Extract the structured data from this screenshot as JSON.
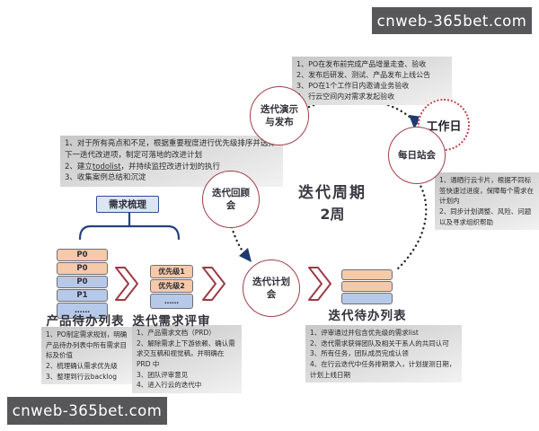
{
  "watermark": {
    "text": "cnweb-365bet.com"
  },
  "center": {
    "title": "迭代周期",
    "subtitle": "2周"
  },
  "circles": {
    "demo": {
      "line1": "迭代演示",
      "line2": "与发布"
    },
    "retro": {
      "line1": "迭代回顾",
      "line2": "会"
    },
    "planning": {
      "line1": "迭代计划",
      "line2": "会"
    },
    "standup": {
      "label": "每日站会"
    },
    "workday": {
      "label": "工作日"
    }
  },
  "requirements_box": {
    "label": "需求梳理"
  },
  "product_backlog": {
    "title": "产品待办列表",
    "rows": [
      "P0",
      "P0",
      "P0",
      "P1",
      "……"
    ]
  },
  "priority_stack": {
    "title": "迭代需求评审",
    "rows": [
      "优先级1",
      "优先级2",
      "……"
    ]
  },
  "sprint_backlog": {
    "title": "迭代待办列表",
    "rows": [
      "",
      "",
      ""
    ]
  },
  "notes": {
    "release": {
      "lines": [
        "1、PO在发布前完成产品增量走查、验收",
        "2、发布后研发、测试、产品发布上线公告",
        "3、PO在1个工作日内邀请业务验收",
        "4、行云空间内对需求发起验收"
      ]
    },
    "retro": {
      "line1": "1、对于所有亮点和不足，根据重要程度进行优先级排序并选择下一迭代改进项，制定可落地的改进计划",
      "line2_prefix": "2、建立",
      "line2_link": "todolist",
      "line2_suffix": "，并持续监控改进计划的执行",
      "line3": "3、收集案例总结和沉淀"
    },
    "standup": {
      "lines": [
        "1、通晒行云卡片，根据不同标签快速过进度，保障每个需求在计划内",
        "2、同步计划调整、风险、问题以及寻求组织帮助"
      ]
    },
    "product_backlog": {
      "lines": [
        "1、PO制定需求规划，明确产品待办列表中所有需求目标及价值",
        "2、梳理确认需求优先级",
        "3、整理到行云backlog"
      ]
    },
    "review": {
      "lines": [
        "1、产品需求文档（PRD）",
        "2、解除需求上下游依赖、确认需求交互稿和视觉稿，并明确在 PRD 中",
        "3、团队评审意见",
        "4、进入行云的迭代中"
      ]
    },
    "sprint_backlog": {
      "lines": [
        "1、评审通过并包含优先级的需求list",
        "2、迭代需求获得团队及相关干系人的共同认可",
        "3、所有任务，团队成员完成认领",
        "4、在行云迭代中任务排期录入，计划提测日期，计划上线日期"
      ]
    }
  },
  "colors": {
    "circle_border": "#a04049",
    "workday_border": "#c2424d",
    "chevron": "#9e3a44",
    "brace_blue": "#24437e",
    "arrow_navy": "#1e3a6e",
    "row_orange": "#f6c9a9",
    "row_blue": "#b6c9e8",
    "req_box_fill": "#dbe5f4",
    "req_box_border": "#2e4d8f",
    "note_bg": "#d9d9d9",
    "watermark_bg": "#57575a",
    "dotted_line": "#26262e"
  }
}
